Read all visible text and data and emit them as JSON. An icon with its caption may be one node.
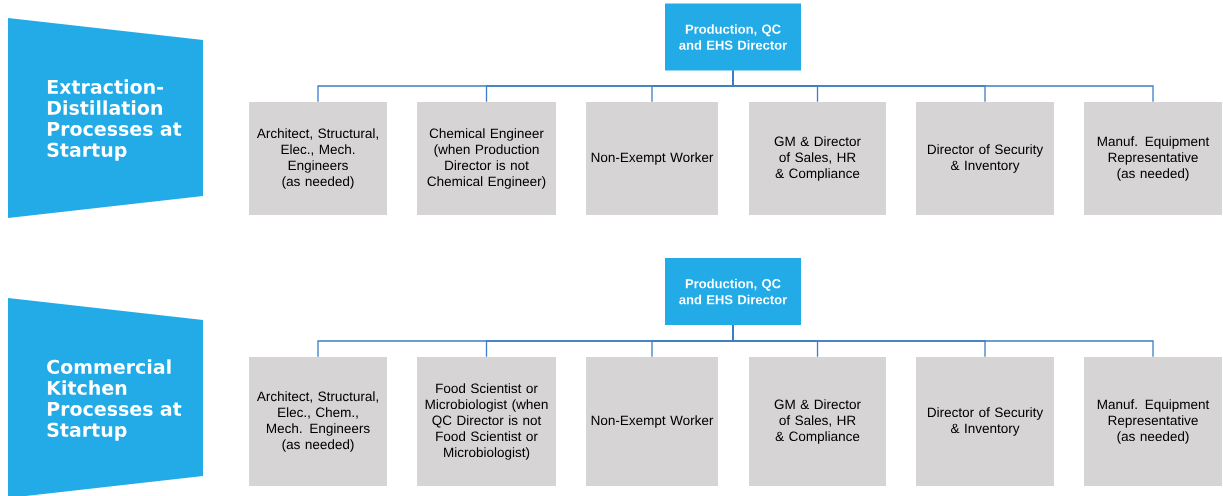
{
  "diagram": {
    "nodes": [
      {
        "text": [
          "Extraction-Distillation Processes at Startup"
        ]
      },
      {
        "text": [
          "Production, QC and EHS Director"
        ]
      },
      {
        "text": [
          "Architect, Structural, Elec., Mech. Engineers (as needed)"
        ]
      },
      {
        "text": [
          "Chemical Engineer (when Production Director is not Chemical Engineer)"
        ]
      },
      {
        "text": [
          "Non-Exempt Worker"
        ]
      },
      {
        "text": [
          "GM & Director of Sales, HR & Compliance"
        ]
      },
      {
        "text": [
          "Director of Security & Inventory"
        ]
      },
      {
        "text": [
          "Manuf. Equipment Representative (as needed)"
        ]
      },
      {
        "text": [
          "Commercial Kitchen Processes at Startup"
        ]
      },
      {
        "text": [
          "Production, QC and EHS Director"
        ]
      },
      {
        "text": [
          "Architect, Structural, Elec., Chem., Mech. Engineers (as needed)"
        ]
      },
      {
        "text": [
          "Food Scientist or Microbiologist (when QC Director is not Food Scientist or Microbiologist)"
        ]
      },
      {
        "text": [
          "Non-Exempt Worker"
        ]
      },
      {
        "text": [
          "GM & Director of Sales, HR & Compliance"
        ]
      },
      {
        "text": [
          "Director of Security & Inventory"
        ]
      },
      {
        "text": [
          "Manuf. Equipment Representative (as needed)"
        ]
      }
    ],
    "edges": [
      {
        "from": 1,
        "to": 2,
        "arrow": "none"
      },
      {
        "from": 1,
        "to": 3,
        "arrow": "none"
      },
      {
        "from": 1,
        "to": 4,
        "arrow": "none"
      },
      {
        "from": 1,
        "to": 5,
        "arrow": "none"
      },
      {
        "from": 1,
        "to": 6,
        "arrow": "none"
      },
      {
        "from": 1,
        "to": 7,
        "arrow": "none"
      },
      {
        "from": 9,
        "to": 10,
        "arrow": "none"
      },
      {
        "from": 9,
        "to": 11,
        "arrow": "none"
      },
      {
        "from": 9,
        "to": 12,
        "arrow": "none"
      },
      {
        "from": 9,
        "to": 13,
        "arrow": "none"
      },
      {
        "from": 9,
        "to": 14,
        "arrow": "none"
      },
      {
        "from": 9,
        "to": 15,
        "arrow": "none"
      }
    ]
  }
}
